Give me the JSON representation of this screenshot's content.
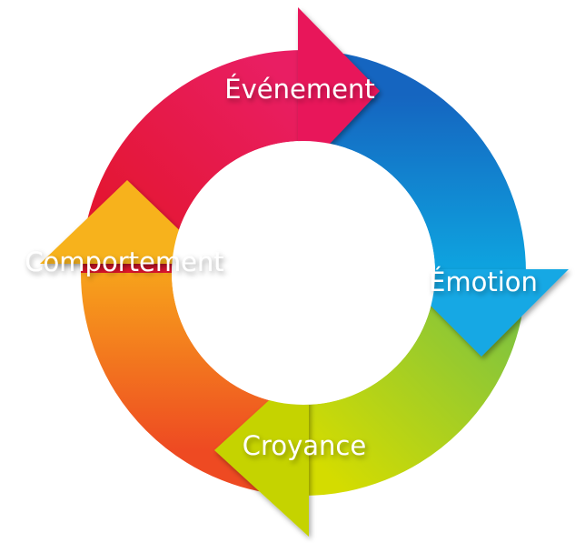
{
  "diagram": {
    "type": "cycle",
    "steps": [
      {
        "label": "Événement",
        "color": "#e8185a"
      },
      {
        "label": "Émotion",
        "color": "#15a8e4"
      },
      {
        "label": "Croyance",
        "color": "#c5d300"
      },
      {
        "label": "Comportement",
        "color": "#f7a81b"
      }
    ]
  }
}
